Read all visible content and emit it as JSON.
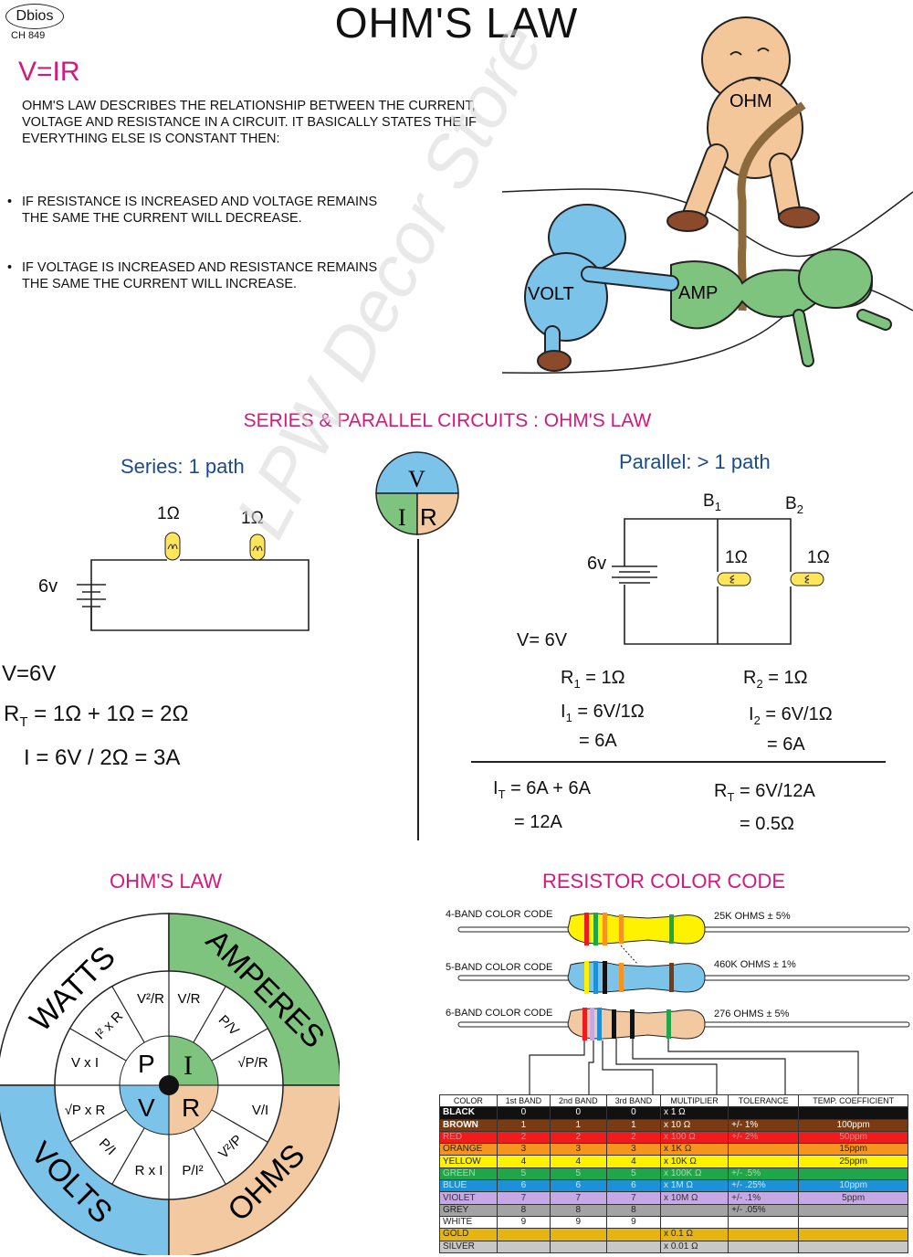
{
  "header": {
    "brand": "Dbios",
    "code": "CH 849",
    "title": "OHM'S LAW"
  },
  "intro": {
    "formula": "V=IR",
    "paragraph_lines": [
      "OHM'S LAW DESCRIBES THE RELATIONSHIP BETWEEN THE CURRENT,",
      "VOLTAGE AND RESISTANCE IN A CIRCUIT. IT BASICALLY STATES THE IF",
      "EVERYTHING ELSE IS CONSTANT THEN:"
    ],
    "bullets": [
      {
        "line1": "IF RESISTANCE IS INCREASED AND VOLTAGE REMAINS",
        "line2": "THE SAME THE CURRENT WILL DECREASE."
      },
      {
        "line1": "IF VOLTAGE IS INCREASED AND RESISTANCE REMAINS",
        "line2": "THE SAME THE CURRENT WILL INCREASE."
      }
    ]
  },
  "cartoon": {
    "ohm": "OHM",
    "volt": "VOLT",
    "amp": "AMP"
  },
  "watermark": "LPW Decor Store",
  "circuits": {
    "section_title": "SERIES & PARALLEL CIRCUITS : OHM'S LAW",
    "triangle": {
      "v": "V",
      "i": "I",
      "r": "R"
    },
    "series": {
      "heading": "Series: 1 path",
      "r1": "1Ω",
      "r2": "1Ω",
      "battery": "6v",
      "eq_v": "V=6V",
      "eq_rt_label": "R",
      "eq_rt_sub": "T",
      "eq_rt_rest": " = 1Ω + 1Ω = 2Ω",
      "eq_i": "I = 6V / 2Ω = 3A"
    },
    "parallel": {
      "heading": "Parallel: > 1 path",
      "b1": "B",
      "b1_sub": "1",
      "b2": "B",
      "b2_sub": "2",
      "r1": "1Ω",
      "r2": "1Ω",
      "battery": "6v",
      "eq_v": "V= 6V",
      "r1_eq_a": "R",
      "r1_eq_sub": "1",
      "r1_eq_b": " = 1Ω",
      "r2_eq_a": "R",
      "r2_eq_sub": "2",
      "r2_eq_b": " = 1Ω",
      "i1_eq_a": "I",
      "i1_eq_sub": "1",
      "i1_eq_b": " = 6V/1Ω",
      "i1_eq_c": "= 6A",
      "i2_eq_a": "I",
      "i2_eq_sub": "2",
      "i2_eq_b": " = 6V/1Ω",
      "i2_eq_c": "= 6A",
      "it_eq_a": "I",
      "it_eq_sub": "T",
      "it_eq_b": " = 6A + 6A",
      "it_eq_c": "= 12A",
      "rt_eq_a": "R",
      "rt_eq_sub": "T",
      "rt_eq_b": " = 6V/12A",
      "rt_eq_c": "= 0.5Ω"
    }
  },
  "wheel": {
    "title": "OHM'S LAW",
    "quadrants": [
      "WATTS",
      "AMPERES",
      "VOLTS",
      "OHMS"
    ],
    "center": {
      "p": "P",
      "i": "I",
      "v": "V",
      "r": "R"
    },
    "watts_formulas": [
      "V x I",
      "I² x R",
      "V²/R"
    ],
    "amps_formulas": [
      "V/R",
      "P/V",
      "√P/R"
    ],
    "volts_formulas": [
      "√P x R",
      "P/I",
      "R x I"
    ],
    "ohms_formulas": [
      "V/I",
      "V²/P",
      "P/I²"
    ]
  },
  "resistor": {
    "title": "RESISTOR COLOR CODE",
    "rows": [
      {
        "label": "4-BAND COLOR CODE",
        "value": "25K OHMS ± 5%"
      },
      {
        "label": "5-BAND COLOR CODE",
        "value": "460K OHMS ± 1%"
      },
      {
        "label": "6-BAND COLOR CODE",
        "value": "276 OHMS ± 5%"
      }
    ],
    "table_headers": [
      "COLOR",
      "1st BAND",
      "2nd BAND",
      "3rd BAND",
      "MULTIPLIER",
      "TOLERANCE",
      "TEMP. COEFFICIENT"
    ],
    "table_rows": [
      {
        "color": "BLACK",
        "b1": "0",
        "b2": "0",
        "b3": "0",
        "mult": "x 1 Ω",
        "tol": "",
        "temp": "",
        "bg": "#111111",
        "fg": "#ffffff"
      },
      {
        "color": "BROWN",
        "b1": "1",
        "b2": "1",
        "b3": "1",
        "mult": "x 10 Ω",
        "tol": "+/- 1%",
        "temp": "100ppm",
        "bg": "#7a3b12",
        "fg": "#ffffff"
      },
      {
        "color": "RED",
        "b1": "2",
        "b2": "2",
        "b3": "2",
        "mult": "x 100 Ω",
        "tol": "+/- 2%",
        "temp": "50ppm",
        "bg": "#ee1c1c",
        "fg": "#e58b8b"
      },
      {
        "color": "ORANGE",
        "b1": "3",
        "b2": "3",
        "b3": "3",
        "mult": "x 1K Ω",
        "tol": "",
        "temp": "15ppm",
        "bg": "#f7941d",
        "fg": "#222222"
      },
      {
        "color": "YELLOW",
        "b1": "4",
        "b2": "4",
        "b3": "4",
        "mult": "x 10K Ω",
        "tol": "",
        "temp": "25ppm",
        "bg": "#fff200",
        "fg": "#222222"
      },
      {
        "color": "GREEN",
        "b1": "5",
        "b2": "5",
        "b3": "5",
        "mult": "x 100K Ω",
        "tol": "+/- .5%",
        "temp": "",
        "bg": "#1fa64a",
        "fg": "#9be0a8"
      },
      {
        "color": "BLUE",
        "b1": "6",
        "b2": "6",
        "b3": "6",
        "mult": "x 1M Ω",
        "tol": "+/- .25%",
        "temp": "10ppm",
        "bg": "#1e90d8",
        "fg": "#c9e8fb"
      },
      {
        "color": "VIOLET",
        "b1": "7",
        "b2": "7",
        "b3": "7",
        "mult": "x 10M Ω",
        "tol": "+/- .1%",
        "temp": "5ppm",
        "bg": "#c7a8e6",
        "fg": "#333333"
      },
      {
        "color": "GREY",
        "b1": "8",
        "b2": "8",
        "b3": "8",
        "mult": "",
        "tol": "+/- .05%",
        "temp": "",
        "bg": "#a3a3a3",
        "fg": "#222222"
      },
      {
        "color": "WHITE",
        "b1": "9",
        "b2": "9",
        "b3": "9",
        "mult": "",
        "tol": "",
        "temp": "",
        "bg": "#ffffff",
        "fg": "#222222"
      },
      {
        "color": "GOLD",
        "b1": "",
        "b2": "",
        "b3": "",
        "mult": "x 0.1 Ω",
        "tol": "",
        "temp": "",
        "bg": "#e6b511",
        "fg": "#222222"
      },
      {
        "color": "SILVER",
        "b1": "",
        "b2": "",
        "b3": "",
        "mult": "x 0.01 Ω",
        "tol": "",
        "temp": "",
        "bg": "#c8c8c8",
        "fg": "#222222"
      }
    ]
  },
  "colors": {
    "accent": "#d4187c",
    "heading_blue": "#1a4b8c",
    "blue_fill": "#7cc3ea",
    "green_fill": "#7ec47f",
    "peach_fill": "#f2c9a0"
  }
}
